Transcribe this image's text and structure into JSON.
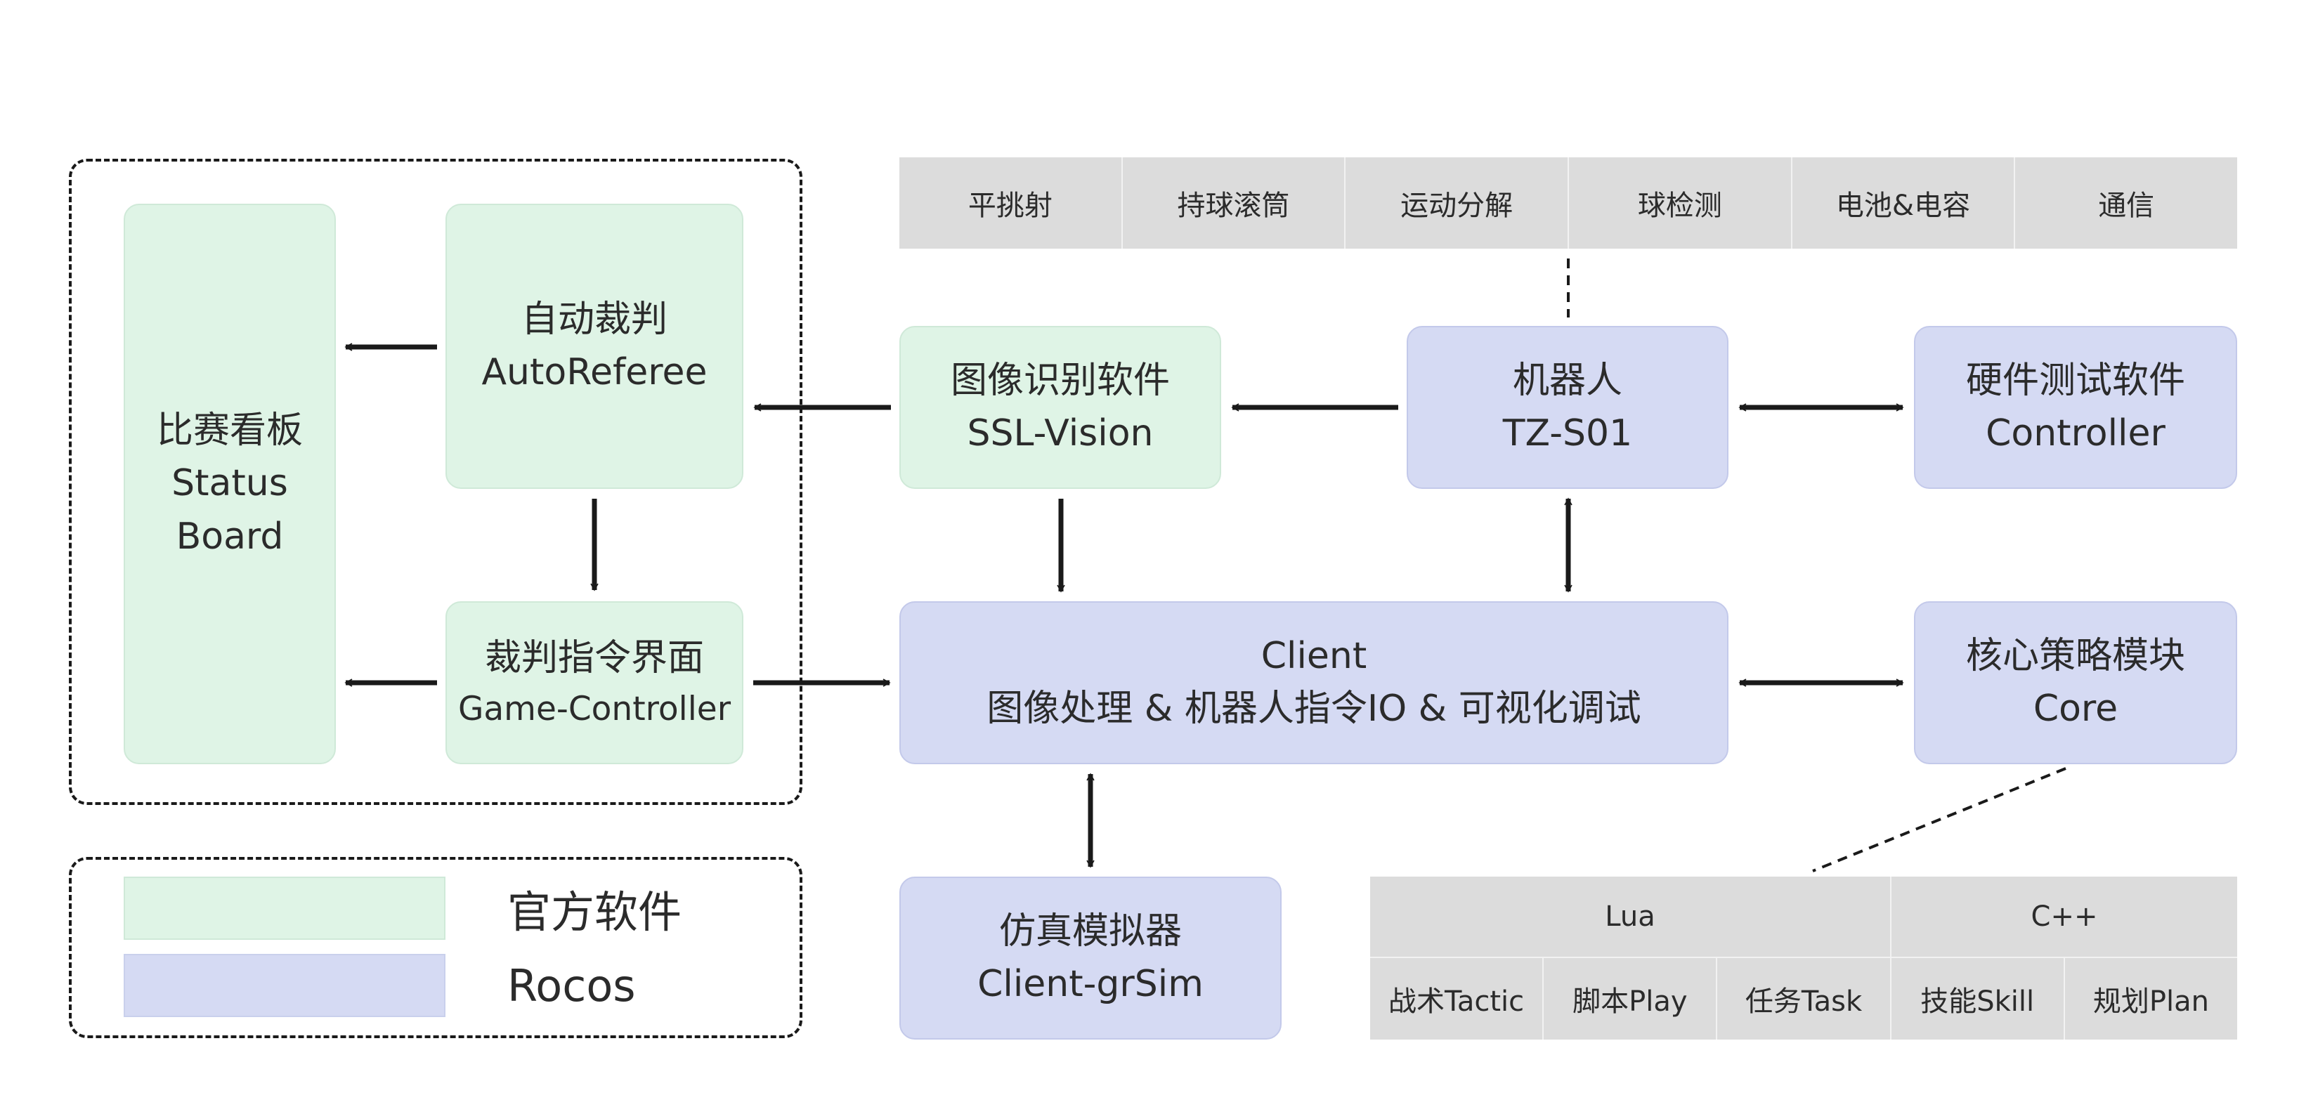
{
  "colors": {
    "official": "#dff4e6",
    "rocos": "#d5daf3",
    "module_bar": "#dcdcdc",
    "line": "#1a1a1a"
  },
  "status_board": {
    "line1": "比赛看板",
    "line2": "Status",
    "line3": "Board"
  },
  "auto_referee": {
    "line1": "自动裁判",
    "line2": "AutoReferee"
  },
  "game_controller": {
    "line1": "裁判指令界面",
    "line2": "Game-Controller"
  },
  "ssl_vision": {
    "line1": "图像识别软件",
    "line2": "SSL-Vision"
  },
  "robot": {
    "line1": "机器人",
    "line2": "TZ-S01"
  },
  "hw_controller": {
    "line1": "硬件测试软件",
    "line2": "Controller"
  },
  "client": {
    "line1": "Client",
    "line2": "图像处理 & 机器人指令IO & 可视化调试"
  },
  "core": {
    "line1": "核心策略模块",
    "line2": "Core"
  },
  "simulator": {
    "line1": "仿真模拟器",
    "line2": "Client-grSim"
  },
  "robot_modules": [
    "平挑射",
    "持球滚筒",
    "运动分解",
    "球检测",
    "电池&电容",
    "通信"
  ],
  "core_languages": [
    "Lua",
    "C++"
  ],
  "core_layers": [
    "战术Tactic",
    "脚本Play",
    "任务Task",
    "技能Skill",
    "规划Plan"
  ],
  "legend": [
    {
      "label": "官方软件",
      "color": "#dff4e6"
    },
    {
      "label": "Rocos",
      "color": "#d5daf3"
    }
  ]
}
